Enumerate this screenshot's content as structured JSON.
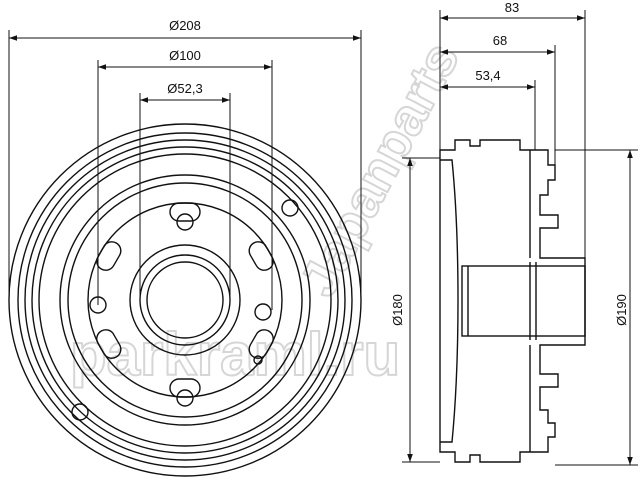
{
  "front_view": {
    "dimensions": {
      "outer_diameter": "Ø208",
      "bolt_circle_diameter": "Ø100",
      "center_bore_diameter": "Ø52,3"
    }
  },
  "side_view": {
    "dimensions": {
      "overall_height": "83",
      "hub_height": "68",
      "flange_height": "53,4",
      "braking_surface_diameter": "Ø180",
      "outer_diameter": "Ø190"
    }
  },
  "watermark": {
    "brand_text": "Japanparts",
    "site_text": "parkraml.ru"
  },
  "colors": {
    "line": "#111111",
    "watermark": "#d6d6d6",
    "background": "#ffffff"
  }
}
